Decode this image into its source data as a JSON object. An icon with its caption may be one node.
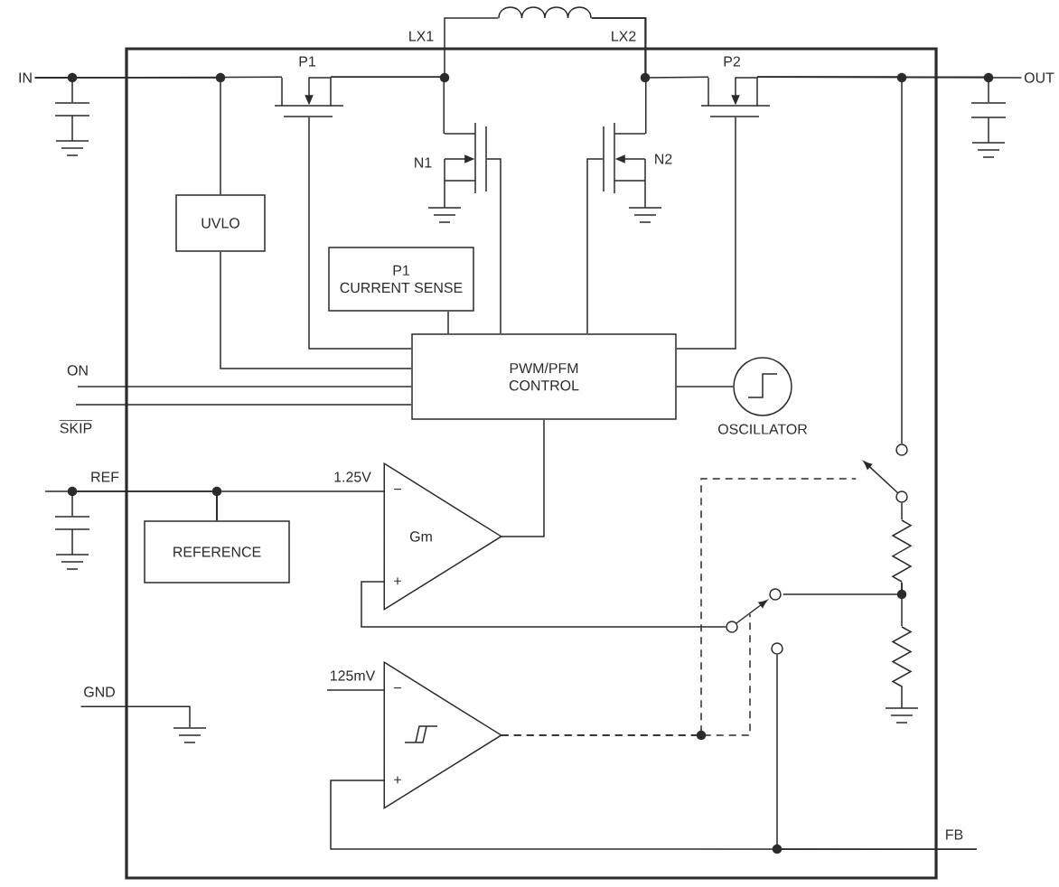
{
  "diagram": {
    "nodes": [
      {
        "text": [],
        "shape": "box"
      },
      {
        "text": [],
        "shape": "inductor"
      },
      {
        "text": [
          "IN"
        ]
      },
      {
        "text": [],
        "shape": "capacitor"
      },
      {
        "text": [
          "P1"
        ],
        "in": 0
      },
      {
        "text": [
          "P2"
        ],
        "in": 0
      },
      {
        "text": [
          "OUT"
        ]
      },
      {
        "text": [],
        "shape": "capacitor"
      },
      {
        "text": [
          "N1"
        ],
        "in": 0
      },
      {
        "text": [
          "N2"
        ],
        "in": 0
      },
      {
        "text": [
          "UVLO"
        ],
        "in": 0
      },
      {
        "text": [
          "P1",
          "CURRENT SENSE"
        ],
        "in": 0
      },
      {
        "text": [
          "ON"
        ]
      },
      {
        "text": [
          "PWM/PFM CONTROL"
        ],
        "in": 0
      },
      {
        "text": [],
        "shape": "circle",
        "beside": [
          "OSCILLATOR"
        ],
        "in": 0
      },
      {
        "text": [
          "SKIP"
        ]
      },
      {
        "text": [],
        "shape": "switch",
        "in": 0
      },
      {
        "text": [],
        "shape": "capacitor"
      },
      {
        "text": [
          "−",
          "Gm",
          "+"
        ],
        "in": 0
      },
      {
        "text": [
          "REFERENCE"
        ],
        "in": 0
      },
      {
        "text": [],
        "shape": "resistor",
        "in": 0
      },
      {
        "text": [],
        "shape": "switch",
        "in": 0
      },
      {
        "text": [],
        "shape": "resistor",
        "in": 0
      },
      {
        "text": [
          "125mV"
        ],
        "in": 0
      },
      {
        "text": [
          "GND"
        ]
      },
      {
        "text": [
          "−",
          "+"
        ],
        "in": 0
      },
      {
        "text": [],
        "shape": "ground",
        "in": 0
      },
      {
        "text": [
          "FB"
        ]
      }
    ],
    "edges": [
      {
        "from": 2,
        "to": 3,
        "arrow": "none"
      },
      {
        "from": 2,
        "to": 10,
        "arrow": "none"
      },
      {
        "from": 2,
        "to": 4,
        "arrow": "none"
      },
      {
        "from": 4,
        "to": 1,
        "arrow": "none"
      },
      {
        "from": 4,
        "to": 8,
        "arrow": "none"
      },
      {
        "from": 1,
        "to": 5,
        "arrow": "none"
      },
      {
        "from": 1,
        "to": 9,
        "arrow": "none"
      },
      {
        "from": 5,
        "to": 6,
        "arrow": "none"
      },
      {
        "from": 5,
        "to": 7,
        "arrow": "none"
      },
      {
        "from": 5,
        "to": 16,
        "arrow": "none"
      },
      {
        "from": 10,
        "to": 13,
        "arrow": "none"
      },
      {
        "from": 11,
        "to": 13,
        "arrow": "none"
      },
      {
        "from": 12,
        "to": 13,
        "arrow": "none"
      },
      {
        "from": 13,
        "to": 14,
        "arrow": "none"
      },
      {
        "from": 15,
        "to": 13,
        "arrow": "none"
      },
      {
        "from": 13,
        "to": 4,
        "arrow": "none"
      },
      {
        "from": 13,
        "to": 8,
        "arrow": "none"
      },
      {
        "from": 13,
        "to": 9,
        "arrow": "none"
      },
      {
        "from": 13,
        "to": 5,
        "arrow": "none"
      },
      {
        "from": 18,
        "to": 13,
        "arrow": "none"
      },
      {
        "from": 16,
        "to": 20,
        "arrow": "none"
      },
      {
        "from": 19,
        "to": null,
        "arrow": "none",
        "label": "REF"
      },
      {
        "from": 19,
        "to": 17,
        "arrow": "none"
      },
      {
        "from": 19,
        "to": 18,
        "arrow": "none"
      },
      {
        "from": 20,
        "to": 21,
        "arrow": "none"
      },
      {
        "from": 20,
        "to": 22,
        "arrow": "none"
      },
      {
        "from": 21,
        "to": 18,
        "arrow": "none"
      },
      {
        "from": 23,
        "to": 25,
        "arrow": "none"
      },
      {
        "from": 24,
        "to": 26,
        "arrow": "none"
      },
      {
        "from": 25,
        "to": 16,
        "arrow": "none",
        "style": "dashed"
      },
      {
        "from": 25,
        "to": 21,
        "arrow": "none",
        "style": "dashed"
      },
      {
        "from": 27,
        "to": 25,
        "arrow": "none"
      },
      {
        "from": 27,
        "to": 21,
        "arrow": "none"
      }
    ],
    "labels": [
      "LX1",
      "LX2",
      "1.25V"
    ]
  }
}
